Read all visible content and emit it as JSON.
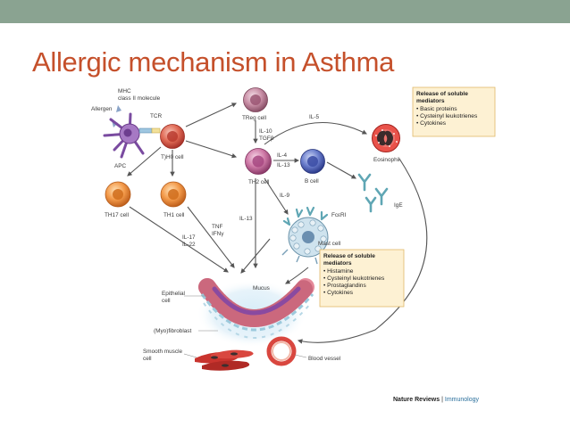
{
  "slide": {
    "title": "Allergic mechanism in Asthma",
    "credit_journal": "Nature Reviews",
    "credit_sep": "|",
    "credit_section": "Immunology"
  },
  "labels": {
    "mhc": "MHC",
    "mhc2": "class II molecule",
    "allergen": "Allergen",
    "tcr": "TCR",
    "apc": "APC",
    "th0": "T)H0 cell",
    "treg": "TReg cell",
    "il10": "IL-10",
    "tgfb": "TGFβ",
    "il5": "IL-5",
    "il4": "IL-4",
    "il13a": "IL-13",
    "th2": "TH2 cell",
    "bcell": "B cell",
    "eosinophil": "Eosinophil",
    "th17": "TH17 cell",
    "th1": "TH1 cell",
    "il9": "IL-9",
    "fcer": "FcεRI",
    "ige": "IgE",
    "il13b": "IL-13",
    "tnf": "TNF",
    "ifng": "IFNγ",
    "il17": "IL-17",
    "il22": "IL-22",
    "mast": "Mast cell",
    "mucus": "Mucus",
    "epithelial1": "Epithelial",
    "epithelial2": "cell",
    "myo": "(Myo)fibroblast",
    "smooth1": "Smooth muscle",
    "smooth2": "cell",
    "vessel": "Blood vessel"
  },
  "box1": {
    "title1": "Release of soluble",
    "title2": "mediators",
    "items": [
      "• Basic proteins",
      "• Cysteinyl leukotrienes",
      "• Cytokines"
    ]
  },
  "box2": {
    "title1": "Release of soluble",
    "title2": "mediators",
    "items": [
      "• Histamine",
      "• Cysteinyl leukotrienes",
      "• Prostaglandins",
      "• Cytokines"
    ]
  },
  "colors": {
    "title": "#c5502b",
    "topbar": "#8aa391",
    "box_fill": "#fdf1d3",
    "box_stroke": "#e0b96a",
    "arrow": "#555555"
  }
}
